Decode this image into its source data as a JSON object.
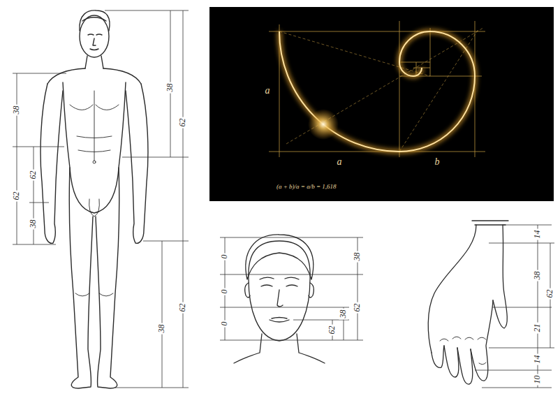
{
  "diagram": {
    "nodes": [
      {
        "text": [
          "a",
          "a",
          "b",
          "(a + b)/a = a/b = 1,618"
        ]
      }
    ],
    "labels": [
      "38",
      "62",
      "62",
      "38",
      "38",
      "62",
      "62",
      "38",
      "0",
      "0",
      "0",
      "38",
      "62",
      "38",
      "62",
      "14",
      "38",
      "62",
      "21",
      "14",
      "10"
    ]
  }
}
